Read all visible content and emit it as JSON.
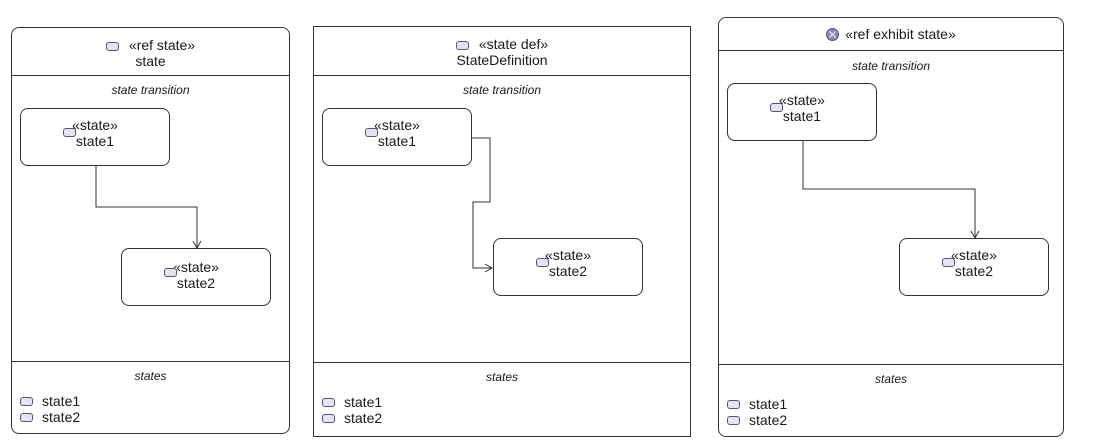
{
  "panels": [
    {
      "header_stereotype": "«ref state»",
      "header_name": "state",
      "transition_title": "state transition",
      "states_title": "states",
      "nodes": [
        {
          "stereotype": "«state»",
          "name": "state1"
        },
        {
          "stereotype": "«state»",
          "name": "state2"
        }
      ],
      "states": [
        "state1",
        "state2"
      ],
      "icon": "state-icon"
    },
    {
      "header_stereotype": "«state def»",
      "header_name": "StateDefinition",
      "transition_title": "state transition",
      "states_title": "states",
      "nodes": [
        {
          "stereotype": "«state»",
          "name": "state1"
        },
        {
          "stereotype": "«state»",
          "name": "state2"
        }
      ],
      "states": [
        "state1",
        "state2"
      ],
      "icon": "state-icon"
    },
    {
      "header_stereotype": "«ref exhibit state»",
      "transition_title": "state transition",
      "states_title": "states",
      "nodes": [
        {
          "stereotype": "«state»",
          "name": "state1"
        },
        {
          "stereotype": "«state»",
          "name": "state2"
        }
      ],
      "states": [
        "state1",
        "state2"
      ],
      "icon": "ref-exhibit-icon"
    }
  ]
}
